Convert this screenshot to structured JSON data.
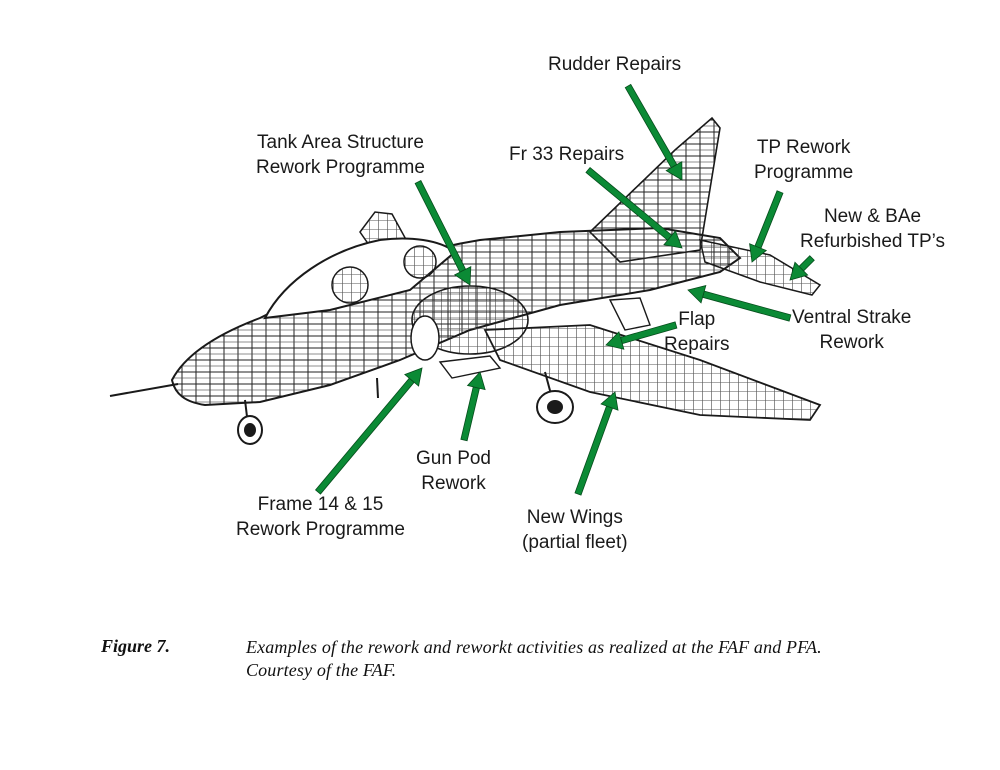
{
  "labels": {
    "rudder": [
      "Rudder Repairs"
    ],
    "tank": [
      "Tank Area Structure",
      "Rework Programme"
    ],
    "fr33": [
      "Fr 33 Repairs"
    ],
    "tp_rework": [
      "TP Rework",
      "Programme"
    ],
    "new_tp": [
      "New & BAe",
      "Refurbished TP’s"
    ],
    "ventral": [
      "Ventral Strake",
      "Rework"
    ],
    "flap": [
      "Flap",
      "Repairs"
    ],
    "gun_pod": [
      "Gun Pod",
      "Rework"
    ],
    "frame": [
      "Frame 14 & 15",
      "Rework Programme"
    ],
    "wings": [
      "New Wings",
      "(partial fleet)"
    ]
  },
  "caption": {
    "label": "Figure 7.",
    "text": "Examples of the rework and reworkt activities as realized at the FAF and PFA. Courtesy of the FAF."
  },
  "colors": {
    "arrow": "#0b8a35",
    "arrow_edge": "#064d1c",
    "line_art": "#1a1a1a"
  }
}
